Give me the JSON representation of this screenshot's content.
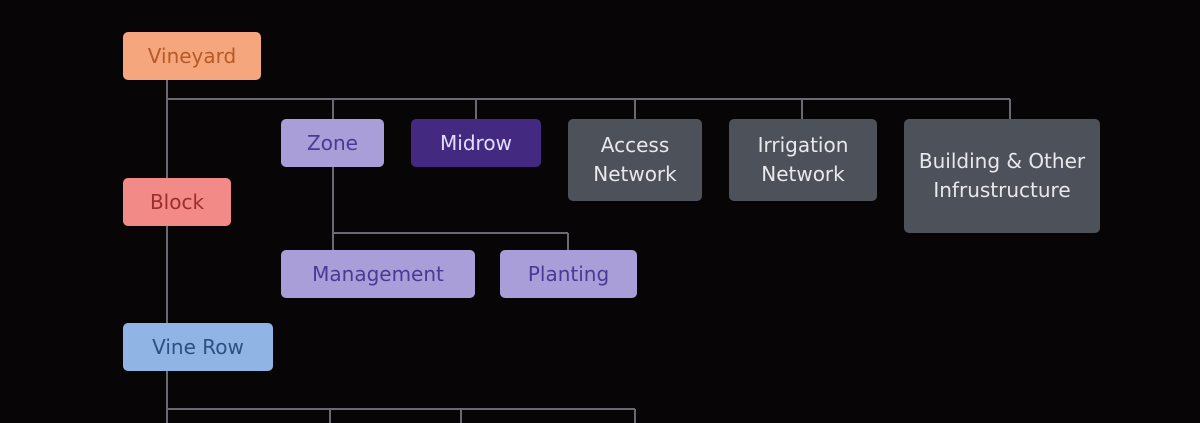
{
  "nodes": {
    "vineyard": "Vineyard",
    "block": "Block",
    "vine_row": "Vine Row",
    "zone": "Zone",
    "midrow": "Midrow",
    "access_network": "Access Network",
    "irrigation_network": "Irrigation Network",
    "building": "Building & Other Infrustructure",
    "management": "Management",
    "planting": "Planting"
  },
  "colors": {
    "background": "#070506",
    "connector": "#6a6a72",
    "vineyard": "#f5a67c",
    "block": "#f28b87",
    "zone": "#a99ed8",
    "midrow": "#43297f",
    "infrastructure": "#4d5159",
    "vine_row": "#90b5e4"
  }
}
